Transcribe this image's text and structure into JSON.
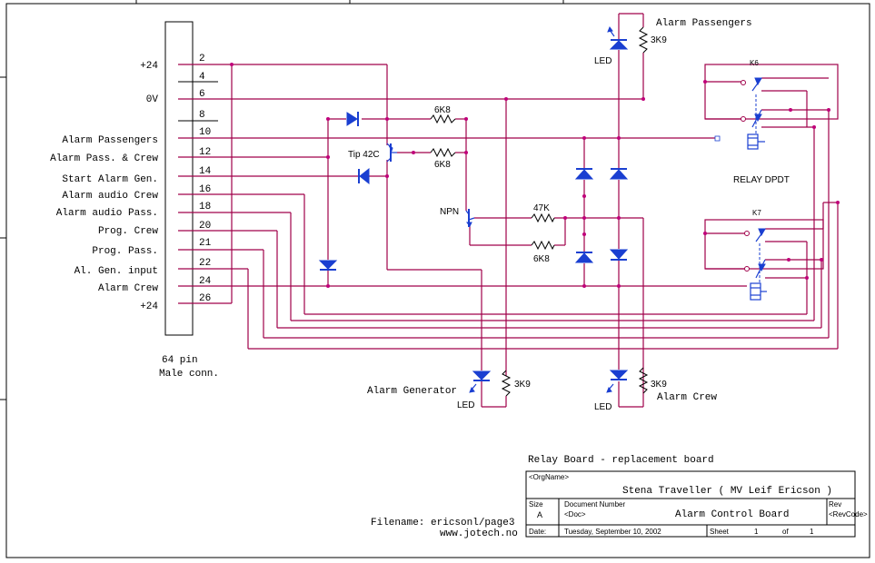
{
  "connector": {
    "pins": [
      "2",
      "4",
      "6",
      "8",
      "10",
      "12",
      "14",
      "16",
      "18",
      "20",
      "21",
      "22",
      "24",
      "26"
    ],
    "signals": [
      "+24",
      "0V",
      "Alarm Passengers",
      "Alarm Pass. & Crew",
      "Start Alarm Gen.",
      "Alarm audio Crew",
      "Alarm audio Pass.",
      "Prog. Crew",
      "Prog. Pass.",
      "Al. Gen. input",
      "Alarm Crew",
      "+24"
    ],
    "caption_line1": "64 pin",
    "caption_line2": "Male conn."
  },
  "components": {
    "r_6k8_top": "6K8",
    "r_6k8_mid": "6K8",
    "r_47k": "47K",
    "r_6k8_bot": "6K8",
    "transistor_tip": "Tip 42C",
    "transistor_npn": "NPN",
    "r_3k9_top": "3K9",
    "r_3k9_gen": "3K9",
    "r_3k9_crew": "3K9",
    "led_top": "LED",
    "led_gen": "LED",
    "led_crew": "LED",
    "relay_k6": "K6",
    "relay_k7": "K7",
    "relay_type": "RELAY DPDT"
  },
  "labels": {
    "alarm_passengers": "Alarm Passengers",
    "alarm_generator": "Alarm Generator",
    "alarm_crew": "Alarm Crew"
  },
  "title_block": {
    "heading": "Relay Board -  replacement board",
    "org_tag": "<OrgName>",
    "org_value": "Stena Traveller ( MV Leif Ericson )",
    "size_label": "Size",
    "size_value": "A",
    "docnum_label": "Document Number",
    "docnum_value": "<Doc>",
    "title_value": "Alarm Control Board",
    "rev_label": "Rev",
    "rev_value": "<RevCode>",
    "date_label": "Date:",
    "date_value": "Tuesday, September 10, 2002",
    "sheet_label": "Sheet",
    "sheet_value": "1",
    "of_label": "of",
    "of_value": "1",
    "filename": "Filename: ericsonl/page3",
    "website": "www.jotech.no"
  }
}
